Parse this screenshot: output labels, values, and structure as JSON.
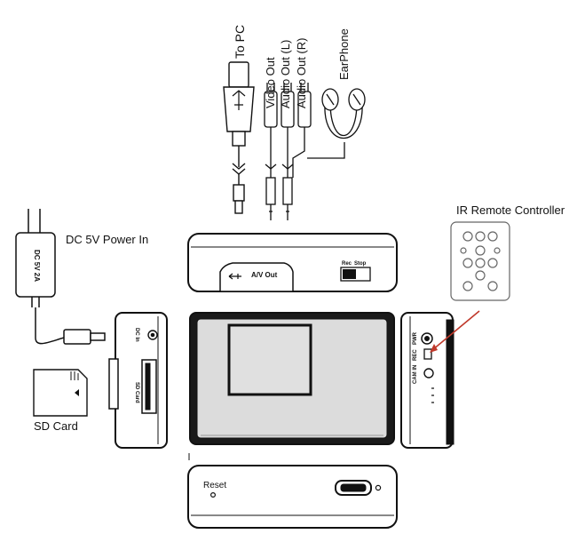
{
  "labels": {
    "to_pc": "To PC",
    "video_out": "Video Out",
    "audio_out_l": "Audio Out (L)",
    "audio_out_r": "Audio Out (R)",
    "earphone": "EarPhone",
    "ir_remote": "IR Remote Controller",
    "dc_power_in": "DC 5V Power In",
    "adapter_text": "DC 5V 2A",
    "sd_card": "SD Card",
    "av_out": "A/V Out",
    "rec": "Rec",
    "stop": "Stop",
    "dc_in": "DC In",
    "sd_card_slot": "SD Card",
    "pwr": "PWR",
    "rec_btn": "REC",
    "cam_in": "CAM IN",
    "reset": "Reset"
  },
  "colors": {
    "line": "#111111",
    "device": "#1a1a1a",
    "arrow": "#c0392b"
  }
}
